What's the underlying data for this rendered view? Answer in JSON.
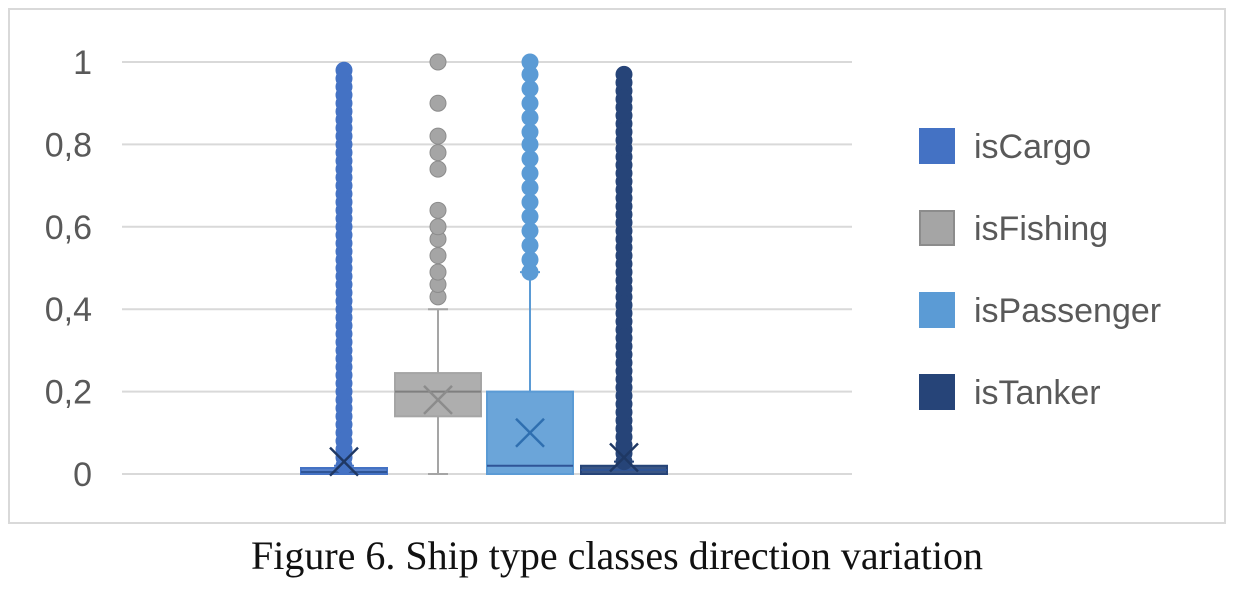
{
  "caption": "Figure 6. Ship type classes direction variation",
  "chart_data": {
    "type": "box",
    "title": "",
    "xlabel": "",
    "ylabel": "",
    "ylim": [
      0,
      1
    ],
    "y_ticks": [
      {
        "value": 0,
        "label": "0"
      },
      {
        "value": 0.2,
        "label": "0,2"
      },
      {
        "value": 0.4,
        "label": "0,4"
      },
      {
        "value": 0.6,
        "label": "0,6"
      },
      {
        "value": 0.8,
        "label": "0,8"
      },
      {
        "value": 1,
        "label": "1"
      }
    ],
    "grid": true,
    "legend_position": "right",
    "series": [
      {
        "name": "isCargo",
        "color": "#4472c4",
        "stats": {
          "min": 0,
          "q1": 0,
          "median": 0.005,
          "q3": 0.01,
          "max": 0.02,
          "mean": 0.03
        },
        "outliers": {
          "dense_range": [
            0.02,
            0.99
          ],
          "step": 0.02
        }
      },
      {
        "name": "isFishing",
        "color": "#a5a5a5",
        "stats": {
          "min": 0,
          "q1": 0.14,
          "median": 0.2,
          "q3": 0.245,
          "max": 0.4,
          "mean": 0.18
        },
        "outliers": {
          "points": [
            0.43,
            0.46,
            0.49,
            0.53,
            0.57,
            0.6,
            0.64,
            0.74,
            0.78,
            0.82,
            0.9,
            1.0
          ]
        }
      },
      {
        "name": "isPassenger",
        "color": "#5b9bd5",
        "stats": {
          "min": 0,
          "q1": 0,
          "median": 0.02,
          "q3": 0.2,
          "max": 0.49,
          "mean": 0.1
        },
        "outliers": {
          "points": [
            0.49,
            0.52,
            0.555,
            0.59,
            0.625,
            0.66,
            0.695,
            0.73,
            0.765,
            0.8,
            0.83,
            0.865,
            0.9,
            0.935,
            0.97,
            1.0
          ]
        }
      },
      {
        "name": "isTanker",
        "color": "#264478",
        "stats": {
          "min": 0,
          "q1": 0,
          "median": 0.01,
          "q3": 0.02,
          "max": 0.03,
          "mean": 0.04
        },
        "outliers": {
          "dense_range": [
            0.03,
            0.98
          ],
          "step": 0.02
        }
      }
    ]
  }
}
